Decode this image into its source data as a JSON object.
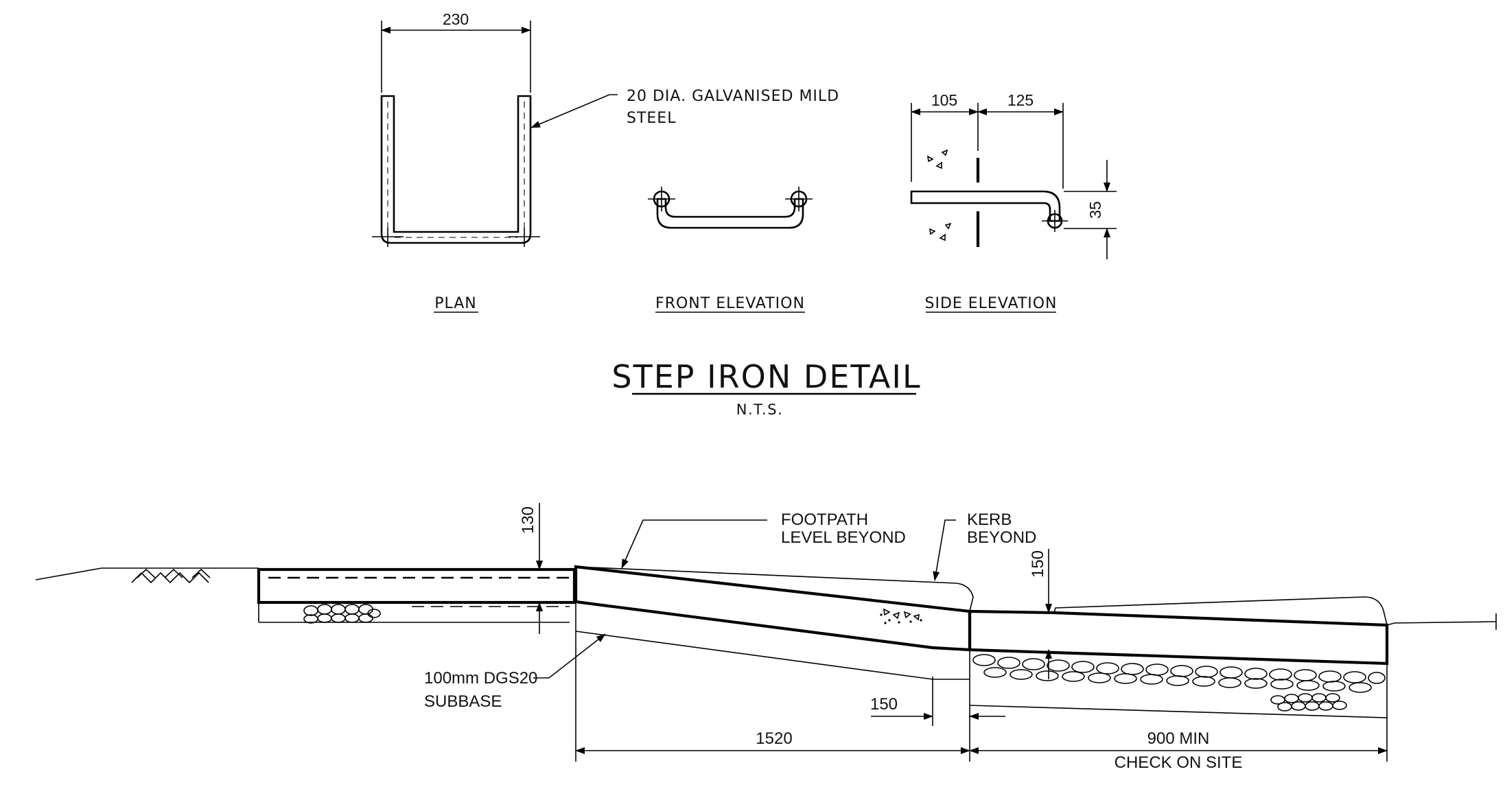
{
  "step_iron": {
    "title": "STEP IRON DETAIL",
    "scale_note": "N.T.S.",
    "views": {
      "plan": "PLAN",
      "front": "FRONT ELEVATION",
      "side": "SIDE ELEVATION"
    },
    "dims": {
      "width": "230",
      "embed": "105",
      "projection": "125",
      "drop": "35"
    },
    "material_note": {
      "line1": "20 DIA. GALVANISED MILD",
      "line2": "STEEL"
    }
  },
  "ramp_section": {
    "labels": {
      "footpath_1": "FOOTPATH",
      "footpath_2": "LEVEL BEYOND",
      "kerb_1": "KERB",
      "kerb_2": "BEYOND",
      "subbase_1": "100mm DGS20",
      "subbase_2": "SUBBASE"
    },
    "dims": {
      "slab_thickness": "130",
      "kerb_height": "150",
      "toe_width": "150",
      "ramp_length": "1520",
      "apron_length": "900 MIN",
      "apron_note": "CHECK ON SITE"
    }
  }
}
